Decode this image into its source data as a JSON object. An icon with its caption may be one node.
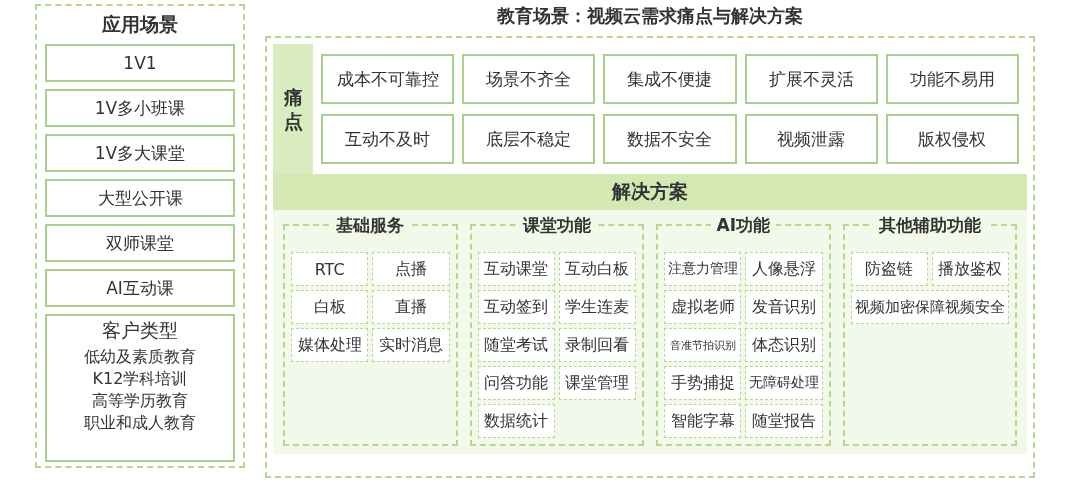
{
  "diagram": {
    "title": "教育场景：视频云需求痛点与解决方案",
    "nodes": [
      {
        "text": [
          "应用场景"
        ]
      },
      {
        "text": [
          "1V1"
        ],
        "in": 0
      },
      {
        "text": [
          "1V多小班课"
        ],
        "in": 0
      },
      {
        "text": [
          "1V多大课堂"
        ],
        "in": 0
      },
      {
        "text": [
          "大型公开课"
        ],
        "in": 0
      },
      {
        "text": [
          "双师课堂"
        ],
        "in": 0
      },
      {
        "text": [
          "AI互动课"
        ],
        "in": 0
      },
      {
        "text": [
          "客户类型",
          "低幼及素质教育",
          "K12学科培训",
          "高等学历教育",
          "职业和成人教育"
        ],
        "in": 0
      },
      {
        "text": [],
        "shape": "box"
      },
      {
        "text": [
          "痛点"
        ],
        "in": 8
      },
      {
        "text": [
          "成本不可靠控"
        ],
        "in": 9
      },
      {
        "text": [
          "场景不齐全"
        ],
        "in": 9
      },
      {
        "text": [
          "集成不便捷"
        ],
        "in": 9
      },
      {
        "text": [
          "扩展不灵活"
        ],
        "in": 9
      },
      {
        "text": [
          "功能不易用"
        ],
        "in": 9
      },
      {
        "text": [
          "互动不及时"
        ],
        "in": 9
      },
      {
        "text": [
          "底层不稳定"
        ],
        "in": 9
      },
      {
        "text": [
          "数据不安全"
        ],
        "in": 9
      },
      {
        "text": [
          "视频泄露"
        ],
        "in": 9
      },
      {
        "text": [
          "版权侵权"
        ],
        "in": 9
      },
      {
        "text": [
          "解决方案"
        ],
        "in": 8
      },
      {
        "text": [
          "基础服务"
        ],
        "in": 20
      },
      {
        "text": [
          "RTC"
        ],
        "in": 21
      },
      {
        "text": [
          "点播"
        ],
        "in": 21
      },
      {
        "text": [
          "白板"
        ],
        "in": 21
      },
      {
        "text": [
          "直播"
        ],
        "in": 21
      },
      {
        "text": [
          "媒体处理"
        ],
        "in": 21
      },
      {
        "text": [
          "实时消息"
        ],
        "in": 21
      },
      {
        "text": [
          "课堂功能"
        ],
        "in": 20
      },
      {
        "text": [
          "互动课堂"
        ],
        "in": 28
      },
      {
        "text": [
          "互动白板"
        ],
        "in": 28
      },
      {
        "text": [
          "互动签到"
        ],
        "in": 28
      },
      {
        "text": [
          "学生连麦"
        ],
        "in": 28
      },
      {
        "text": [
          "随堂考试"
        ],
        "in": 28
      },
      {
        "text": [
          "录制回看"
        ],
        "in": 28
      },
      {
        "text": [
          "问答功能"
        ],
        "in": 28
      },
      {
        "text": [
          "课堂管理"
        ],
        "in": 28
      },
      {
        "text": [
          "数据统计"
        ],
        "in": 28
      },
      {
        "text": [
          "AI功能"
        ],
        "in": 20
      },
      {
        "text": [
          "注意力管理"
        ],
        "in": 38
      },
      {
        "text": [
          "人像悬浮"
        ],
        "in": 38
      },
      {
        "text": [
          "虚拟老师"
        ],
        "in": 38
      },
      {
        "text": [
          "发音识别"
        ],
        "in": 38
      },
      {
        "text": [
          "音准节拍识别"
        ],
        "in": 38
      },
      {
        "text": [
          "体态识别"
        ],
        "in": 38
      },
      {
        "text": [
          "手势捕捉"
        ],
        "in": 38
      },
      {
        "text": [
          "无障碍处理"
        ],
        "in": 38
      },
      {
        "text": [
          "智能字幕"
        ],
        "in": 38
      },
      {
        "text": [
          "随堂报告"
        ],
        "in": 38
      },
      {
        "text": [
          "其他辅助功能"
        ],
        "in": 20
      },
      {
        "text": [
          "防盗链"
        ],
        "in": 49
      },
      {
        "text": [
          "播放鉴权"
        ],
        "in": 49
      },
      {
        "text": [
          "视频加密保障视频安全"
        ],
        "in": 49
      }
    ]
  }
}
